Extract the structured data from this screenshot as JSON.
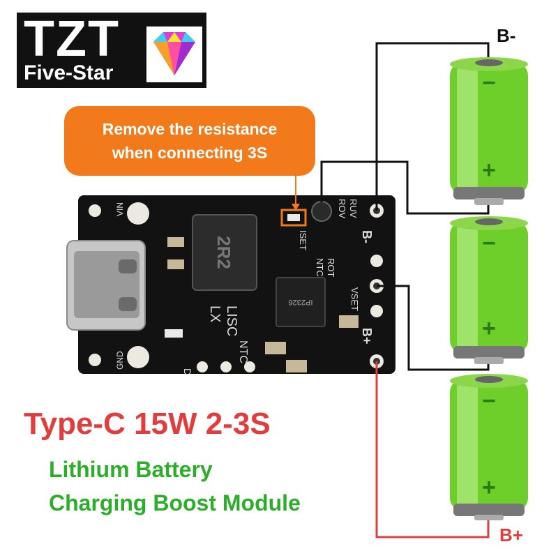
{
  "logo": {
    "brand": "TZT",
    "tagline": "Five-Star"
  },
  "callout": {
    "line1": "Remove the resistance",
    "line2": "when connecting 3S"
  },
  "title": "Type-C 15W 2-3S",
  "subtitle": {
    "line1": "Lithium Battery",
    "line2": "Charging Boost Module"
  },
  "terminals": {
    "b_minus": "B-",
    "b_plus": "B+"
  },
  "board": {
    "inductor": "2R2",
    "chip": "IP2326",
    "pins_right": [
      "B-",
      "VSET",
      "B+"
    ],
    "labels": [
      "VIN",
      "GND",
      "LX",
      "LISC",
      "NTC",
      "ISET",
      "NTC",
      "ROT",
      "ROV",
      "RUV",
      "D"
    ]
  },
  "colors": {
    "orange": "#f27a1a",
    "red": "#e23d3d",
    "green": "#2dae2a",
    "battery_green": "#6fcf2a",
    "board": "#121212"
  }
}
